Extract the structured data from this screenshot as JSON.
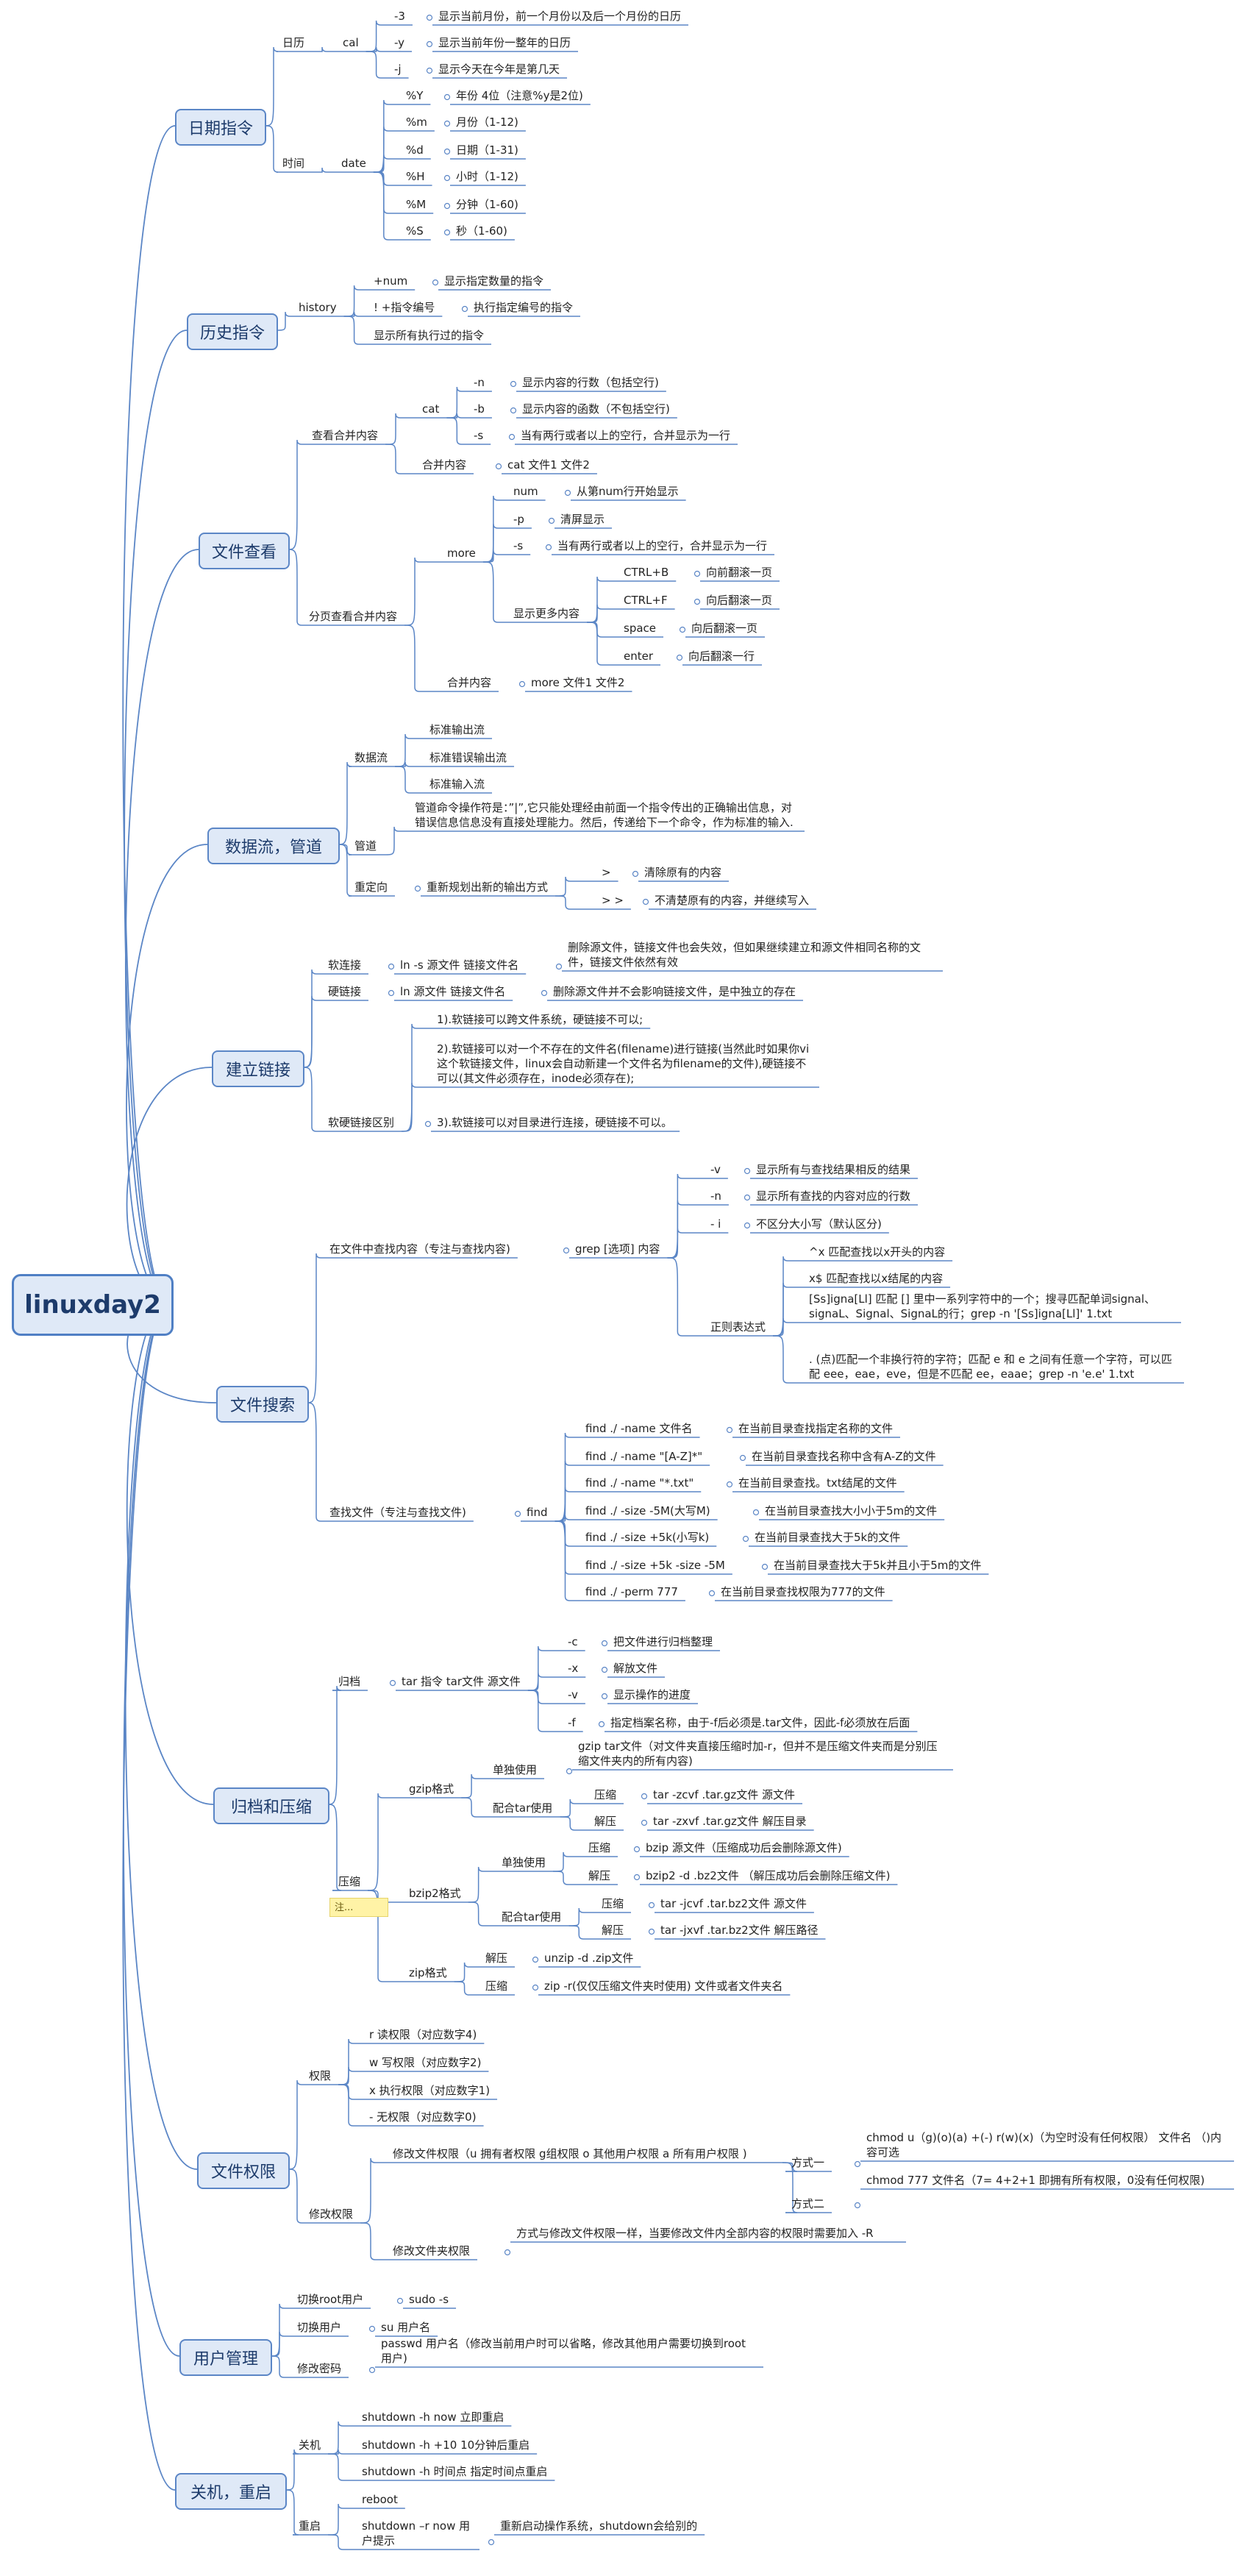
{
  "root": "linuxday2",
  "sections": {
    "s1": "日期指令",
    "s2": "历史指令",
    "s3": "文件查看",
    "s4": "数据流，管道",
    "s5": "建立链接",
    "s6": "文件搜索",
    "s7": "归档和压缩",
    "s8": "文件权限",
    "s9": "用户管理",
    "s10": "关机，重启"
  },
  "labels": {
    "d_rl": "日历",
    "d_cal": "cal",
    "d_3": "-3",
    "d_3d": "显示当前月份，前一个月份以及后一个月份的日历",
    "d_y": "-y",
    "d_yd": "显示当前年份一整年的日历",
    "d_j": "-j",
    "d_jd": "显示今天在今年是第几天",
    "d_sj": "时间",
    "d_date": "date",
    "d_Y": "%Y",
    "d_Yd": "年份 4位（注意%y是2位)",
    "d_m": "%m",
    "d_md": "月份（1-12)",
    "d_d": "%d",
    "d_dd": "日期（1-31)",
    "d_H": "%H",
    "d_Hd": "小时（1-12)",
    "d_M": "%M",
    "d_Md": "分钟（1-60)",
    "d_S": "%S",
    "d_Sd": "秒（1-60)",
    "h_hist": "history",
    "h_num": "+num",
    "h_numd": "显示指定数量的指令",
    "h_bang": "! +指令编号",
    "h_bangd": "执行指定编号的指令",
    "h_all": "显示所有执行过的指令",
    "f_merge": "查看合并内容",
    "f_cat": "cat",
    "f_n": "-n",
    "f_nd": "显示内容的行数（包括空行)",
    "f_b": "-b",
    "f_bd": "显示内容的函数（不包括空行)",
    "f_s": "-s",
    "f_sd": "当有两行或者以上的空行，合并显示为一行",
    "f_mc": "合并内容",
    "f_mcd": "cat 文件1 文件2",
    "f_page": "分页查看合并内容",
    "f_more": "more",
    "f_num": "num",
    "f_numd": "从第num行开始显示",
    "f_p": "-p",
    "f_pd": "清屏显示",
    "f_s2": "-s",
    "f_s2d": "当有两行或者以上的空行，合并显示为一行",
    "f_show": "显示更多内容",
    "f_cb": "CTRL+B",
    "f_cbd": "向前翻滚一页",
    "f_cf": "CTRL+F",
    "f_cfd": "向后翻滚一页",
    "f_sp": "space",
    "f_spd": "向后翻滚一页",
    "f_en": "enter",
    "f_end": "向后翻滚一行",
    "f_mc2": "合并内容",
    "f_mc2d": "more 文件1 文件2",
    "p_stream": "数据流",
    "p_out": "标准输出流",
    "p_err": "标准错误输出流",
    "p_in": "标准输入流",
    "p_pipe": "管道",
    "p_piped": "管道命令操作符是：”|”,它只能处理经由前面一个指令传出的正确输出信息，对错误信息信息没有直接处理能力。然后，传递给下一个命令，作为标准的输入.",
    "p_redir": "重定向",
    "p_redird": "重新规划出新的输出方式",
    "p_gt": ">",
    "p_gtd": "清除原有的内容",
    "p_gg": "> >",
    "p_ggd": "不清楚原有的内容，并继续写入",
    "l_soft": "软连接",
    "l_softc": "ln -s 源文件 链接文件名",
    "l_softd": "删除源文件，链接文件也会失效，但如果继续建立和源文件相同名称的文件，链接文件依然有效",
    "l_hard": "硬链接",
    "l_hardc": "ln 源文件 链接文件名",
    "l_hardd": "删除源文件并不会影响链接文件，是中独立的存在",
    "l_diff": "软硬链接区别",
    "l_d1": "1).软链接可以跨文件系统，硬链接不可以;",
    "l_d2": "2).软链接可以对一个不存在的文件名(filename)进行链接(当然此时如果你vi这个软链接文件，linux会自动新建一个文件名为filename的文件),硬链接不可以(其文件必须存在，inode必须存在);",
    "l_d3": "3).软链接可以对目录进行连接，硬链接不可以。",
    "g_in": "在文件中查找内容（专注与查找内容)",
    "g_grep": "grep [选项] 内容",
    "g_v": "-v",
    "g_vd": "显示所有与查找结果相反的结果",
    "g_n": "-n",
    "g_nd": "显示所有查找的内容对应的行数",
    "g_i": "- i",
    "g_id": "不区分大小写（默认区分)",
    "g_re": "正则表达式",
    "g_r1": "^x 匹配查找以x开头的内容",
    "g_r2": "x$ 匹配查找以x结尾的内容",
    "g_r3": "[Ss]igna[Ll]        匹配 [] 里中一系列字符中的一个；搜寻匹配单词signal、signaL、Signal、SignaL的行；grep -n '[Ss]igna[Ll]' 1.txt",
    "g_r4": ". (点)匹配一个非换行符的字符；匹配 e 和 e 之间有任意一个字符，可以匹配 eee，eae，eve，但是不匹配 ee，eaae；grep -n 'e.e' 1.txt",
    "g_file": "查找文件（专注与查找文件)",
    "g_find": "find",
    "g_f1": "find ./ -name 文件名",
    "g_f1d": "在当前目录查找指定名称的文件",
    "g_f2": "find ./ -name \"[A-Z]*\"",
    "g_f2d": "在当前目录查找名称中含有A-Z的文件",
    "g_f3": "find ./ -name  \"*.txt\"",
    "g_f3d": "在当前目录查找。txt结尾的文件",
    "g_f4": "find ./ -size -5M(大写M)",
    "g_f4d": "在当前目录查找大小小于5m的文件",
    "g_f5": "find ./ -size +5k(小写k)",
    "g_f5d": "在当前目录查找大于5k的文件",
    "g_f6": "find ./ -size +5k -size -5M",
    "g_f6d": "在当前目录查找大于5k并且小于5m的文件",
    "g_f7": "find ./ -perm 777",
    "g_f7d": "在当前目录查找权限为777的文件",
    "a_gd": "归档",
    "a_tar": "tar 指令 tar文件 源文件",
    "a_c": "-c",
    "a_cd": "把文件进行归档整理",
    "a_x": "-x",
    "a_xd": "解放文件",
    "a_v": "-v",
    "a_vd": "显示操作的进度",
    "a_f": "-f",
    "a_fd": "指定档案名称，由于-f后必须是.tar文件，因此-f必须放在后面",
    "a_zip": "压缩",
    "a_note": "注...",
    "a_gz": "gzip格式",
    "a_gz1": "单独使用",
    "a_gz1d": "gzip tar文件（对文件夹直接压缩时加-r，但并不是压缩文件夹而是分别压缩文件夹内的所有内容)",
    "a_gz2": "配合tar使用",
    "a_gzc": "压缩",
    "a_gzcd": "tar -zcvf  .tar.gz文件 源文件",
    "a_gzx": "解压",
    "a_gzxd": "tar -zxvf  .tar.gz文件 解压目录",
    "a_bz": "bzip2格式",
    "a_bz1": "单独使用",
    "a_bzc": "压缩",
    "a_bzcd": "bzip 源文件（压缩成功后会删除源文件)",
    "a_bzx": "解压",
    "a_bzxd": "bzip2 -d  .bz2文件 （解压成功后会删除压缩文件)",
    "a_bz2": "配合tar使用",
    "a_bztc": "压缩",
    "a_bztcd": "tar -jcvf .tar.bz2文件 源文件",
    "a_bztx": "解压",
    "a_bztxd": "tar -jxvf .tar.bz2文件 解压路径",
    "a_zp": "zip格式",
    "a_zpx": "解压",
    "a_zpxd": "unzip -d .zip文件",
    "a_zpc": "压缩",
    "a_zpcd": "zip -r(仅仅压缩文件夹时使用) 文件或者文件夹名",
    "q_perm": "权限",
    "q_r": "r 读权限（对应数字4)",
    "q_w": "w 写权限（对应数字2)",
    "q_x": "x 执行权限（对应数字1)",
    "q_n": "- 无权限（对应数字0)",
    "q_mod": "修改权限",
    "q_mf": "修改文件权限（u 拥有者权限 g组权限 o 其他用户权限 a 所有用户权限 )",
    "q_w1": "方式一",
    "q_w1d": "chmod u（g)(o)(a) +(-) r(w)(x)（为空时没有任何权限） 文件名  （)内容可选",
    "q_w2": "方式二",
    "q_w2d": "chmod 777 文件名（7= 4+2+1 即拥有所有权限，0没有任何权限)",
    "q_md": "修改文件夹权限",
    "q_mdd": "方式与修改文件权限一样，当要修改文件内全部内容的权限时需要加入 -R",
    "u_root": "切换root用户",
    "u_rootd": "sudo -s",
    "u_sw": "切换用户",
    "u_swd": "su 用户名",
    "u_pw": "修改密码",
    "u_pwd": "passwd 用户名（修改当前用户时可以省略，修改其他用户需要切换到root用户)",
    "k_off": "关机",
    "k_o1": "shutdown -h now 立即重启",
    "k_o2": "shutdown -h +10 10分钟后重启",
    "k_o3": "shutdown -h 时间点 指定时间点重启",
    "k_re": "重启",
    "k_r1": "reboot",
    "k_r2": "shutdown –r now 用户提示",
    "k_r2d": "重新启动操作系统，shutdown会给别的"
  },
  "colors": {
    "connector": "#5b86c6",
    "underline": "#5b86c6",
    "node_fill": "#dfe9f7",
    "note_fill": "#fff3a6"
  }
}
